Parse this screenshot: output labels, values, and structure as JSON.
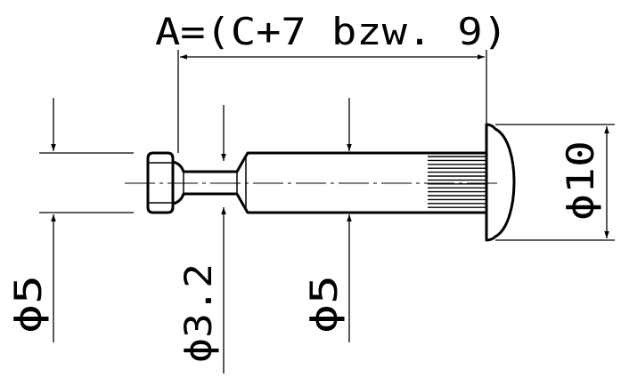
{
  "dimensions": {
    "length_label": "A=(C+7 bzw. 9)",
    "left_diameter_label": "ϕ5",
    "neck_diameter_label": "ϕ3.2",
    "shaft_diameter_label": "ϕ5",
    "head_diameter_label": "ϕ10"
  },
  "colors": {
    "line": "#000000",
    "background": "#ffffff"
  }
}
